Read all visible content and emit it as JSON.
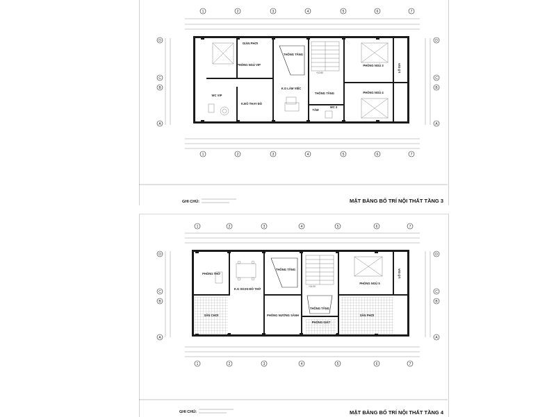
{
  "sheets": [
    {
      "title": "MẶT BẰNG BỐ TRÍ NỘI THẤT TẦNG 3",
      "note_label": "GHI CHÚ:",
      "rooms": [
        {
          "key": "gian_phoi",
          "label": "GIẶN PHƠI"
        },
        {
          "key": "phong_ngu_vip",
          "label": "PHÒNG NGỦ VIP"
        },
        {
          "key": "thong_tang",
          "label": "THÔNG TẦNG"
        },
        {
          "key": "wc_vip",
          "label": "WC VIP"
        },
        {
          "key": "k_do_thay_do",
          "label": "K.ĐỒ THAY ĐỒ"
        },
        {
          "key": "kg_lam_viec",
          "label": "K.G LÀM VIỆC"
        },
        {
          "key": "thong_tang_2",
          "label": "THÔNG TẦNG"
        },
        {
          "key": "tam",
          "label": "TẮM"
        },
        {
          "key": "wc",
          "label": "WC 3"
        },
        {
          "key": "phong_ngu_3",
          "label": "PHÒNG NGỦ 3"
        },
        {
          "key": "phong_ngu_4",
          "label": "PHÒNG NGỦ 4"
        },
        {
          "key": "lo_gia",
          "label": "LÔ GIA"
        },
        {
          "key": "level",
          "label": "+10.80"
        }
      ]
    },
    {
      "title": "MẶT BẰNG BỐ TRÍ NỘI THẤT TẦNG 4",
      "note_label": "GHI CHÚ:",
      "rooms": [
        {
          "key": "phong_tho",
          "label": "PHÒNG THỜ"
        },
        {
          "key": "kg_soan_do_tho",
          "label": "K.G SOẠN ĐỒ THỜ"
        },
        {
          "key": "thong_tang",
          "label": "THÔNG TẦNG"
        },
        {
          "key": "san_choi",
          "label": "SÂN CHƠI"
        },
        {
          "key": "phong_nuong_sanh",
          "label": "PHÒNG NƯỚNG SÀNH"
        },
        {
          "key": "thong_tang_2",
          "label": "THÔNG TẦNG"
        },
        {
          "key": "phong_giat",
          "label": "PHÒNG GIẶT"
        },
        {
          "key": "phong_ngu_5",
          "label": "PHÒNG NGỦ 5"
        },
        {
          "key": "san_phoi",
          "label": "SÂN PHƠI"
        },
        {
          "key": "lo_gia",
          "label": "LÔ GIA"
        },
        {
          "key": "level",
          "label": "+14.00"
        }
      ]
    }
  ],
  "grid_top": [
    "1",
    "2",
    "3",
    "4",
    "5",
    "6",
    "7"
  ],
  "grid_side": [
    "D",
    "C",
    "B",
    "A"
  ]
}
